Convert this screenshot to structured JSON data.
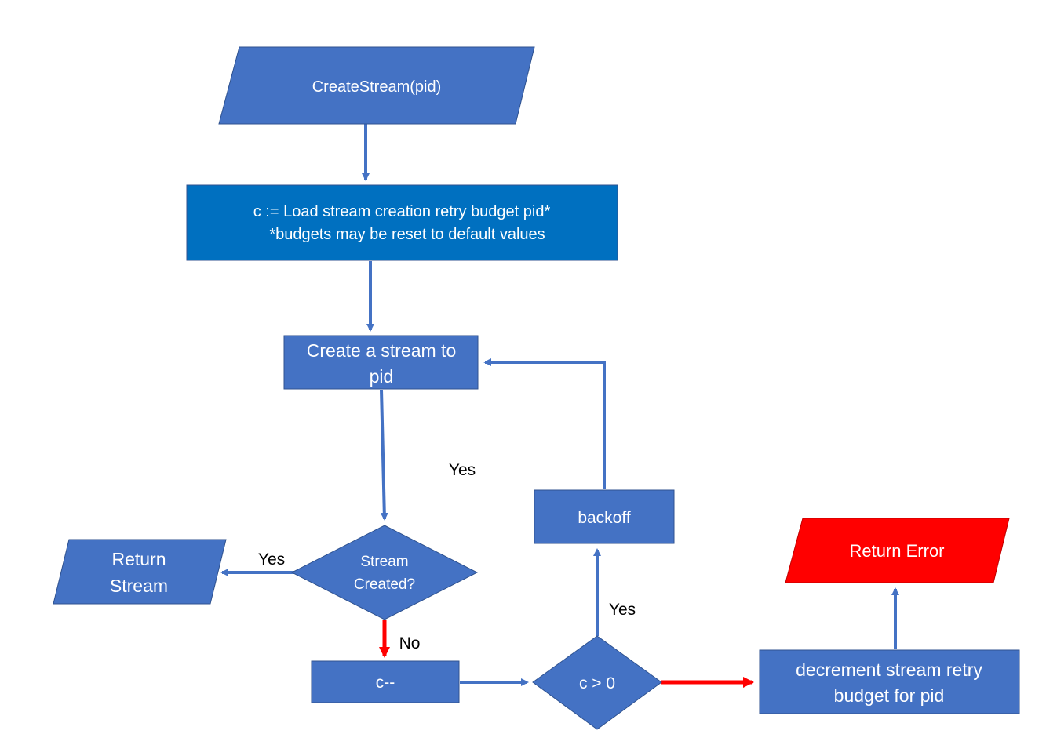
{
  "colors": {
    "shape_fill": "#4472C4",
    "shape_fill_dark": "#0070C0",
    "shape_stroke": "#2F528F",
    "error_fill": "#FF0000",
    "line_blue": "#4472C4",
    "line_red": "#FF0000"
  },
  "nodes": {
    "start": {
      "label": "CreateStream(pid)",
      "shape": "parallelogram"
    },
    "load_budget": {
      "line1": "c := Load stream creation retry budget pid*",
      "line2": "*budgets may be reset to default values",
      "shape": "rectangle"
    },
    "create_stream": {
      "line1": "Create a stream to",
      "line2": "pid",
      "shape": "rectangle"
    },
    "stream_created": {
      "line1": "Stream",
      "line2": "Created?",
      "shape": "diamond"
    },
    "return_stream": {
      "line1": "Return",
      "line2": "Stream",
      "shape": "parallelogram"
    },
    "decrement_c": {
      "label": "c--",
      "shape": "rectangle"
    },
    "c_positive": {
      "label": "c > 0",
      "shape": "diamond"
    },
    "backoff": {
      "label": "backoff",
      "shape": "rectangle"
    },
    "decrement_budget": {
      "line1": "decrement stream retry",
      "line2": "budget for pid",
      "shape": "rectangle"
    },
    "return_error": {
      "label": "Return Error",
      "shape": "parallelogram"
    }
  },
  "edge_labels": {
    "yes_floating": "Yes",
    "yes_return_stream": "Yes",
    "no_decrement": "No",
    "yes_backoff": "Yes"
  }
}
